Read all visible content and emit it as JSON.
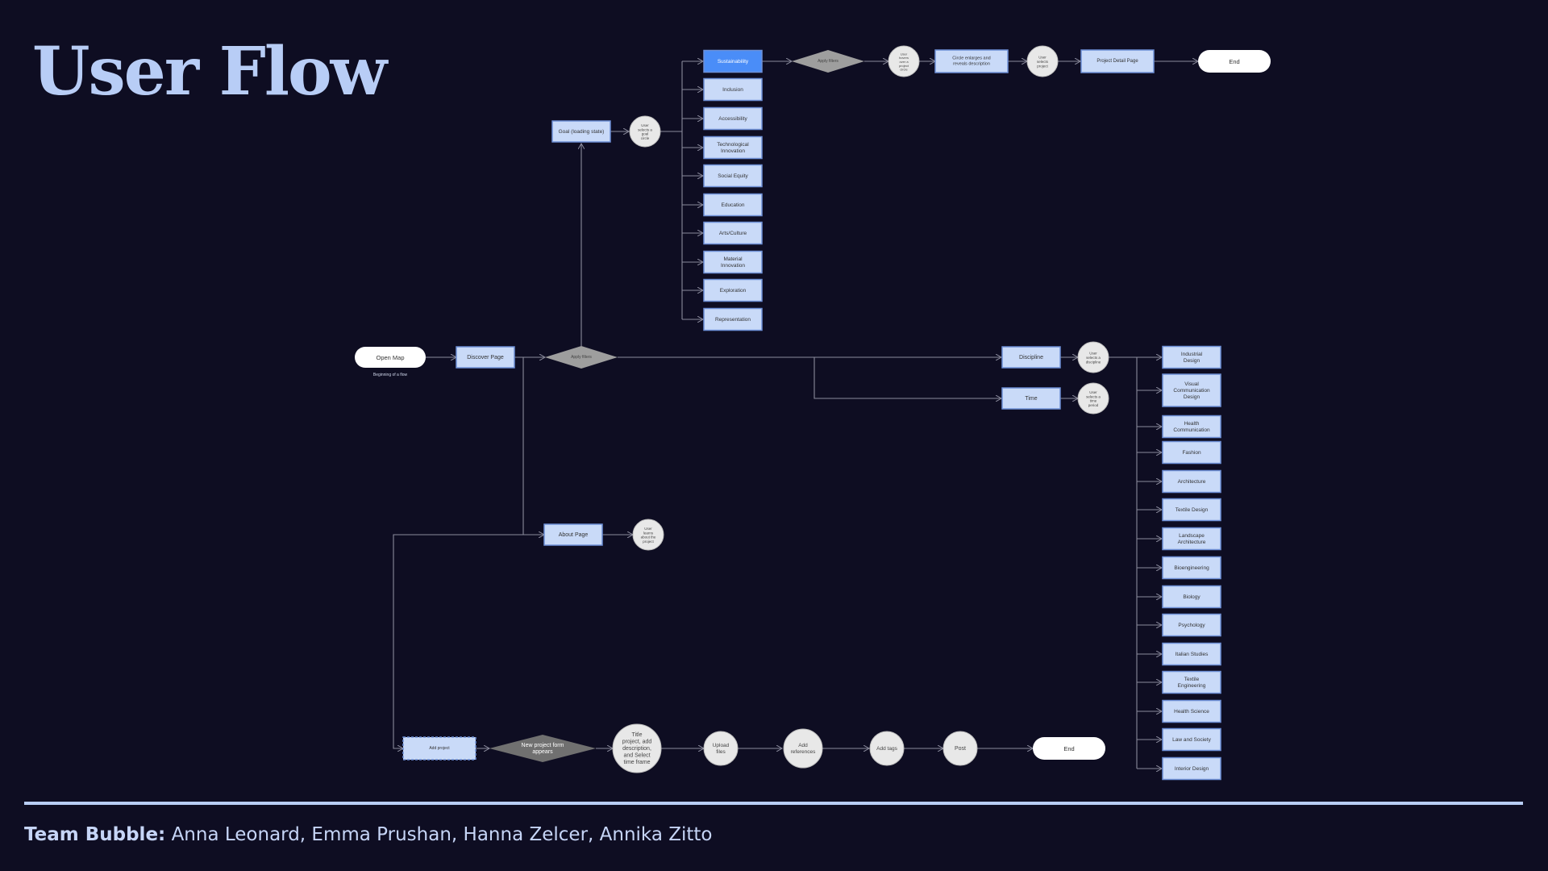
{
  "title": "User Flow",
  "footer": {
    "team_label": "Team Bubble:",
    "members": "Anna Leonard, Emma Prushan, Hanna Zelcer, Annika Zitto"
  },
  "colors": {
    "background": "#0e0d22",
    "box_fill": "#c9daf8",
    "box_stroke": "#6d8fd6",
    "highlight_fill": "#4a8df8",
    "diamond_fill": "#9e9e9e",
    "diamond_dark_fill": "#707070",
    "circle_fill": "#e8e8e8",
    "line": "#8a8a9c",
    "accent_text": "#b8cdf6"
  },
  "start": {
    "label": "Open Map",
    "note": "Beginning of a flow"
  },
  "discover": "Discover Page",
  "apply_filters": "Apply filters",
  "goal": "Goal (loading state)",
  "goal_circle": "User selects a goal circle",
  "goals": [
    "Sustainability",
    "Inclusion",
    "Accessibility",
    "Technological Innovation",
    "Social Equity",
    "Education",
    "Arts/Culture",
    "Material Innovation",
    "Exploration",
    "Representation"
  ],
  "goal_path": {
    "apply_filters": "Apply filters",
    "hover": "User hovers over a project circle",
    "enlarges": "Circle enlarges and reveals description",
    "selects": "User selects project",
    "detail": "Project Detail Page",
    "end": "End"
  },
  "discipline": "Discipline",
  "discipline_circle": "User selects a discipline",
  "time": "Time",
  "time_circle": "User selects a time period",
  "disciplines": [
    "Industrial Design",
    "Visual Communication Design",
    "Health Communication",
    "Fashion",
    "Architecture",
    "Textile Design",
    "Landscape Architecture",
    "Bioengineering",
    "Biology",
    "Psychology",
    "Italian Studies",
    "Textile Engineering",
    "Health Science",
    "Law and Society",
    "Interior Design"
  ],
  "about": "About Page",
  "about_circle": "User learns about the project",
  "post_path": {
    "start": "Add project",
    "form": "New project form appears",
    "details": "Title project, add description, and Select time frame",
    "upload": "Upload files",
    "references": "Add references",
    "tags": "Add tags",
    "post": "Post",
    "end": "End"
  }
}
